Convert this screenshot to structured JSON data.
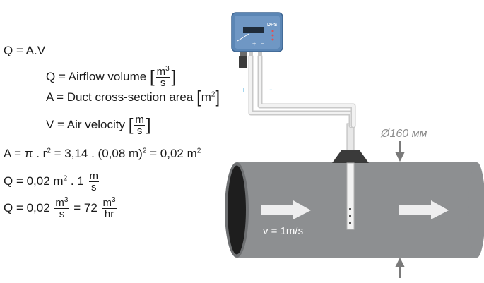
{
  "formulas": {
    "main": "Q = A.V",
    "q_def": "Q = Airflow volume",
    "q_unit_num": "m",
    "q_unit_den": "s",
    "a_def": "A = Duct cross-section area",
    "a_unit": "m",
    "v_def": "V = Air velocity",
    "v_unit_num": "m",
    "v_unit_den": "s",
    "calc_area": "A =  π . r",
    "calc_area_rest": " = 3,14 . (0,08 m)",
    "calc_area_end": " = 0,02 m",
    "calc_q1": "Q =  0,02 m",
    "calc_q1_rest": " . 1",
    "calc_q1_num": "m",
    "calc_q1_den": "s",
    "calc_q2_pre": "Q =  0,02",
    "calc_q2_num": "m",
    "calc_q2_den": "s",
    "calc_q2_mid": " =  72",
    "calc_q2_num2": "m",
    "calc_q2_den2": "hr",
    "sup2": "2",
    "sup3": "3"
  },
  "device": {
    "brand": "DPS",
    "plus": "+",
    "minus": "−"
  },
  "tubes": {
    "plus_label": "+",
    "minus_label": "-"
  },
  "duct": {
    "diameter_label": "Ø160 мм",
    "velocity_label": "v = 1m/s"
  },
  "colors": {
    "duct": "#8d8f91",
    "device": "#5b86b5",
    "tube_label": "#2a9fd8",
    "dim": "#7a7a7a"
  }
}
